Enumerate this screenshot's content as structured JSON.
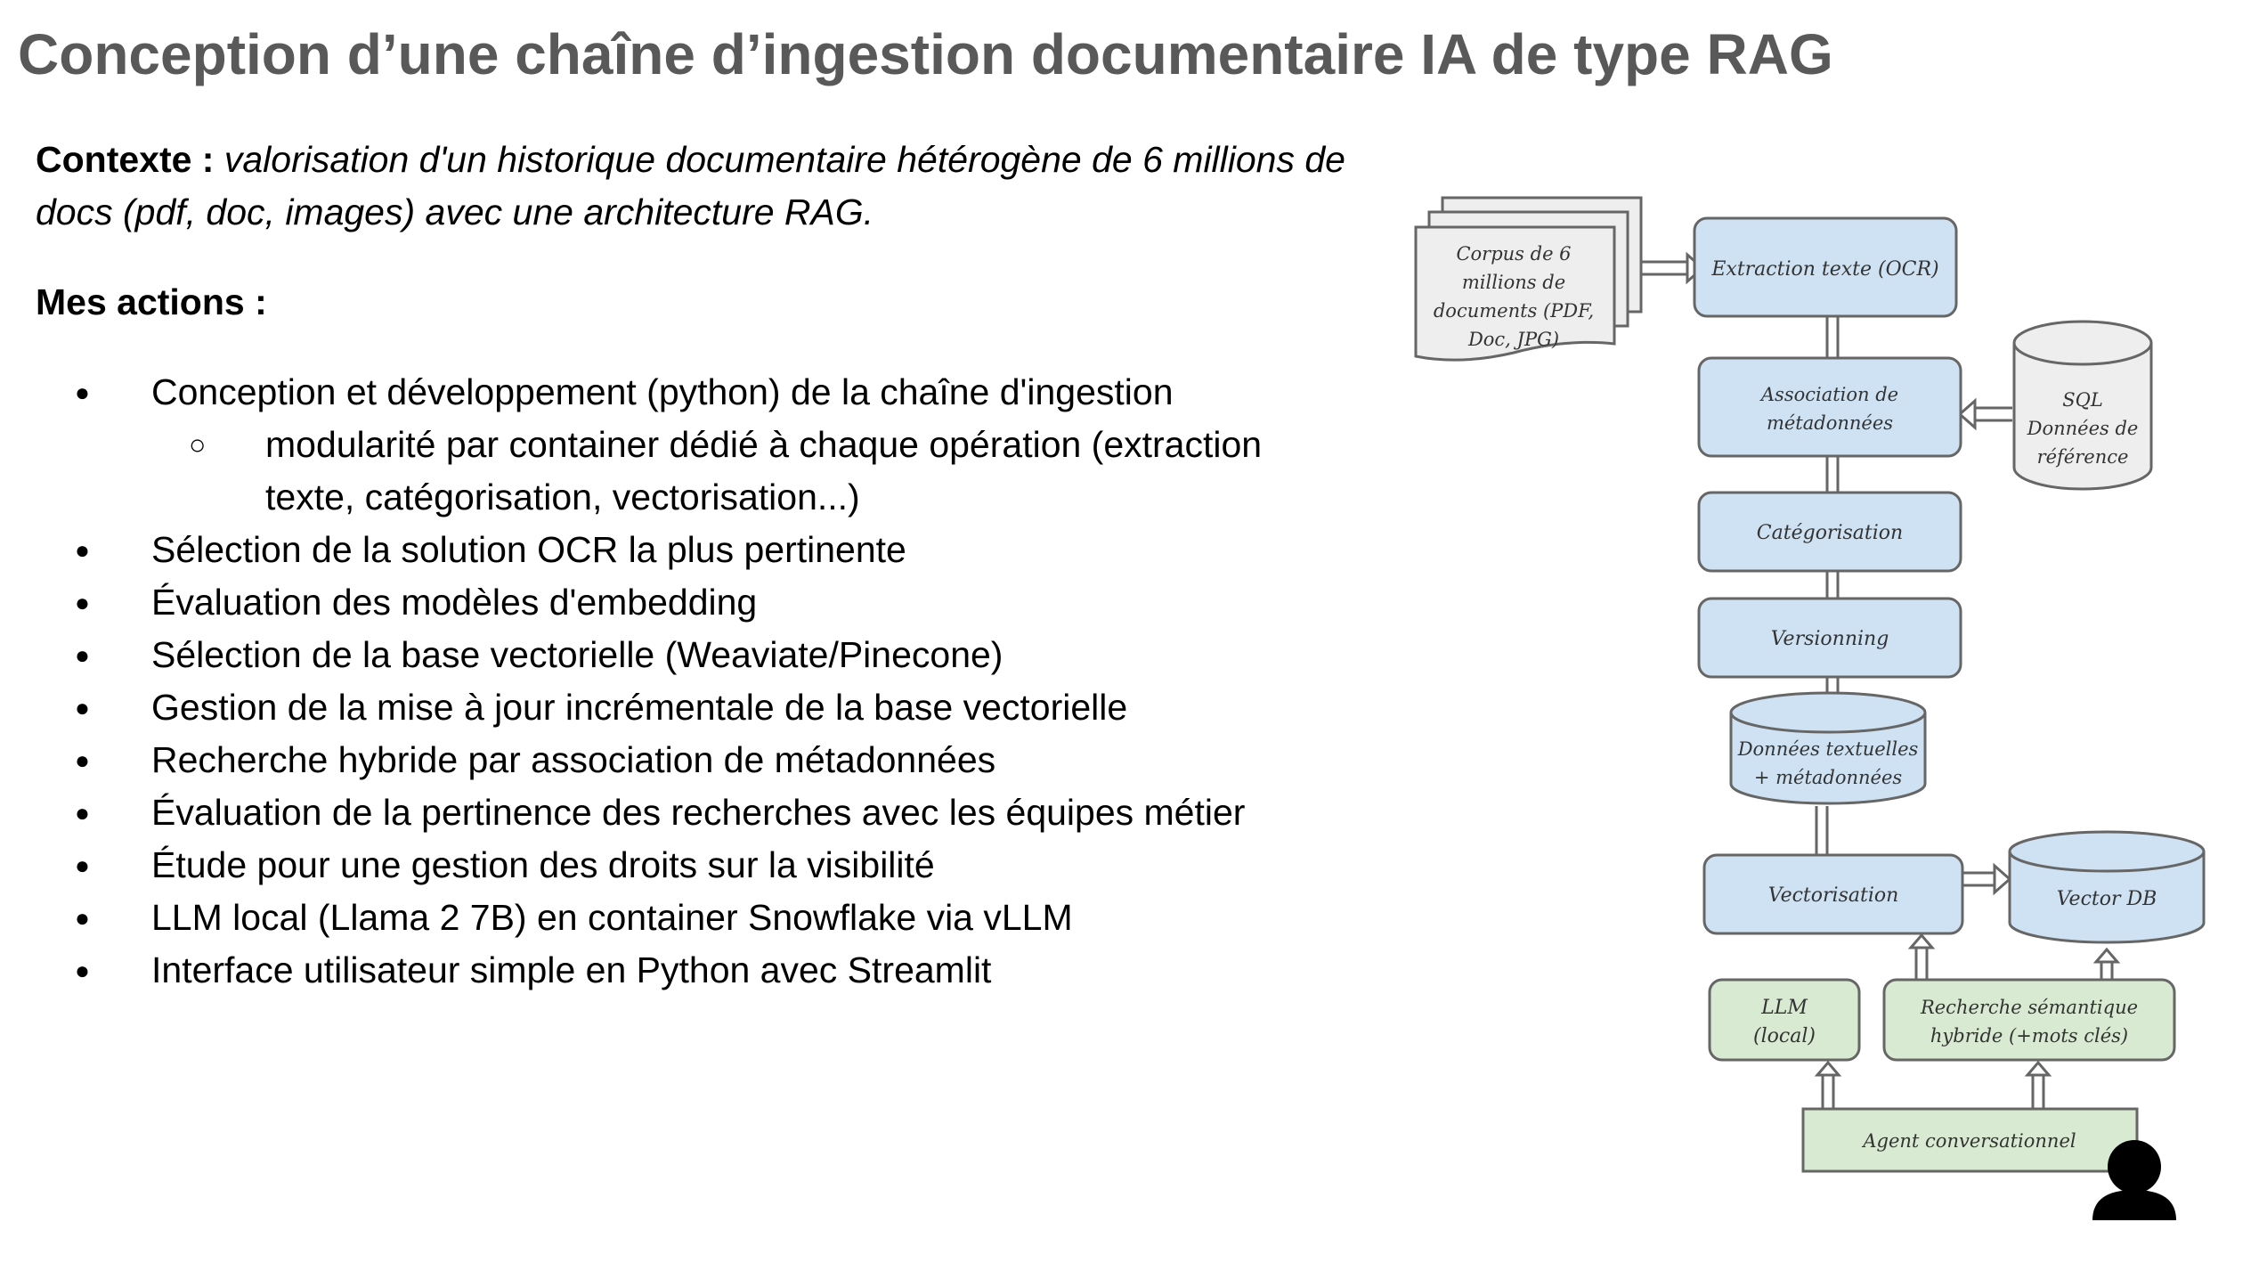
{
  "title": "Conception d’une chaîne d’ingestion documentaire IA de type RAG",
  "context": {
    "label": "Contexte :",
    "text": "valorisation d'un historique documentaire hétérogène de 6 millions de docs (pdf, doc, images) avec une architecture RAG."
  },
  "actions_heading": "Mes actions :",
  "actions": [
    {
      "text": "Conception et développement (python) de la chaîne d'ingestion",
      "sub": "modularité par container dédié à chaque opération (extraction texte, catégorisation, vectorisation...)"
    },
    {
      "text": "Sélection de la solution OCR la plus pertinente"
    },
    {
      "text": "Évaluation des modèles d'embedding"
    },
    {
      "text": "Sélection de la base vectorielle (Weaviate/Pinecone)"
    },
    {
      "text": "Gestion de la mise à jour incrémentale de la base vectorielle"
    },
    {
      "text": "Recherche hybride par association de métadonnées"
    },
    {
      "text": "Évaluation de la pertinence des recherches avec les équipes métier"
    },
    {
      "text": "Étude pour une gestion des droits sur la visibilité"
    },
    {
      "text": "LLM local (Llama 2 7B) en container Snowflake via vLLM"
    },
    {
      "text": "Interface utilisateur simple en Python avec Streamlit"
    }
  ],
  "diagram": {
    "corpus": [
      "Corpus de 6",
      "millions de",
      "documents (PDF,",
      "Doc, JPG)"
    ],
    "ocr": "Extraction texte (OCR)",
    "association": [
      "Association de",
      "métadonnées"
    ],
    "sql": [
      "SQL",
      "Données de",
      "référence"
    ],
    "categorisation": "Catégorisation",
    "versionning": "Versionning",
    "donnees": [
      "Données textuelles",
      "+ métadonnées"
    ],
    "vectorisation": "Vectorisation",
    "vectordb": "Vector DB",
    "llm": [
      "LLM",
      "(local)"
    ],
    "recherche": [
      "Recherche sémantique",
      "hybride (+mots clés)"
    ],
    "agent": "Agent conversationnel",
    "user_icon": "user-icon",
    "colors": {
      "blue_fill": "#cfe2f3",
      "green_fill": "#d9ead3",
      "stroke": "#666666",
      "doc_fill": "#eeeeee"
    }
  }
}
